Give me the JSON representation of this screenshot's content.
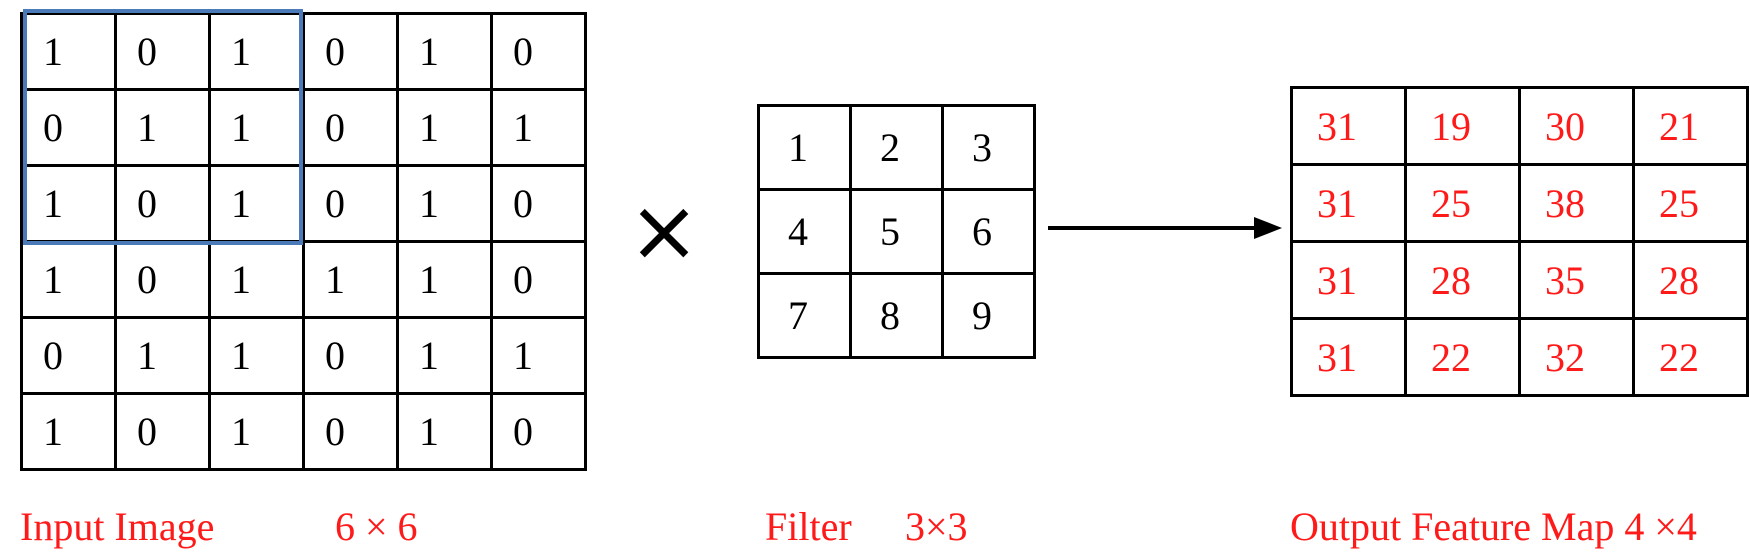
{
  "input": {
    "rows": [
      [
        "1",
        "0",
        "1",
        "0",
        "1",
        "0"
      ],
      [
        "0",
        "1",
        "1",
        "0",
        "1",
        "1"
      ],
      [
        "1",
        "0",
        "1",
        "0",
        "1",
        "0"
      ],
      [
        "1",
        "0",
        "1",
        "1",
        "1",
        "0"
      ],
      [
        "0",
        "1",
        "1",
        "0",
        "1",
        "1"
      ],
      [
        "1",
        "0",
        "1",
        "0",
        "1",
        "0"
      ]
    ],
    "label": "Input Image",
    "size": "6 × 6"
  },
  "operator": "×",
  "filter": {
    "rows": [
      [
        "1",
        "2",
        "3"
      ],
      [
        "4",
        "5",
        "6"
      ],
      [
        "7",
        "8",
        "9"
      ]
    ],
    "label": "Filter",
    "size": "3×3"
  },
  "output": {
    "rows": [
      [
        "31",
        "19",
        "30",
        "21"
      ],
      [
        "31",
        "25",
        "38",
        "25"
      ],
      [
        "31",
        "28",
        "35",
        "28"
      ],
      [
        "31",
        "22",
        "32",
        "22"
      ]
    ],
    "label": "Output Feature Map 4 ×4"
  },
  "colors": {
    "highlight": "#4a7ab8",
    "output_text": "#ff1a1a",
    "label_text": "#ff1a1a"
  }
}
